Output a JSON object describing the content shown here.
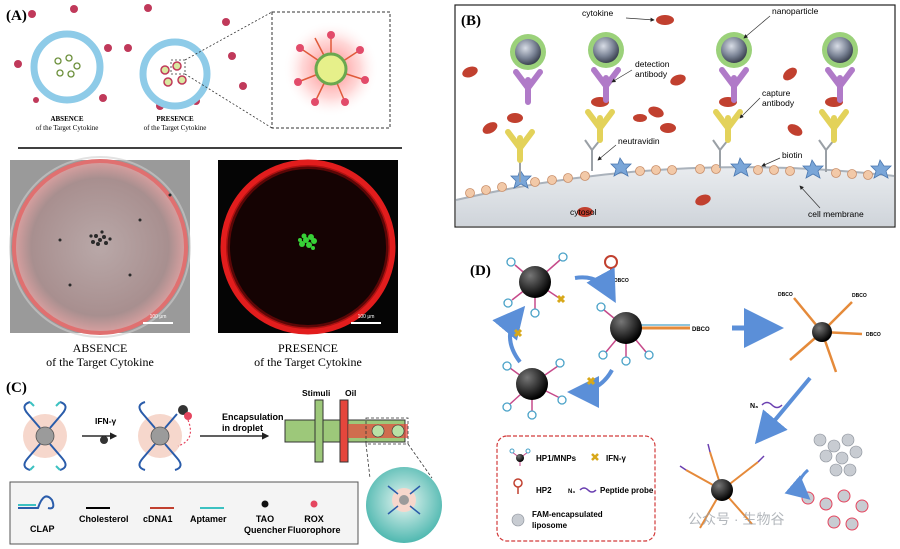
{
  "panel_a": {
    "label": "(A)",
    "top_absence": [
      "ABSENCE",
      "of the Target Cytokine"
    ],
    "top_presence": [
      "PRESENCE",
      "of the Target Cytokine"
    ],
    "scale_bar": "100 μm",
    "bottom_absence": [
      "ABSENCE",
      "of the Target Cytokine"
    ],
    "bottom_presence": [
      "PRESENCE",
      "of the Target Cytokine"
    ]
  },
  "panel_b": {
    "label": "(B)",
    "cytokine": "cytokine",
    "nanoparticle": "nanoparticle",
    "detection_antibody": [
      "detection",
      "antibody"
    ],
    "capture_antibody": [
      "capture",
      "antibody"
    ],
    "neutravidin": "neutravidin",
    "biotin": "biotin",
    "cytosol": "cytosol",
    "cell_membrane": "cell membrane"
  },
  "panel_c": {
    "label": "(C)",
    "ifn": "IFN-γ",
    "encapsulation": [
      "Encapsulation",
      "in droplet"
    ],
    "stimuli": "Stimuli",
    "oil": "Oil",
    "legend": {
      "clap": "CLAP",
      "cholesterol": "Cholesterol",
      "cdna1": "cDNA1",
      "aptamer": "Aptamer",
      "tao": [
        "TAO",
        "Quencher"
      ],
      "rox": [
        "ROX",
        "Fluorophore"
      ]
    }
  },
  "panel_d": {
    "label": "(D)",
    "dbco": "DBCO",
    "n3": "N₃",
    "legend": {
      "hp1": "HP1/MNPs",
      "ifn": "IFN-γ",
      "hp2": "HP2",
      "peptide": "Peptide probe",
      "n3": "N₃",
      "liposome": [
        "FAM-encapsulated",
        "liposome"
      ]
    }
  },
  "watermark": "公众号 · 生物谷"
}
